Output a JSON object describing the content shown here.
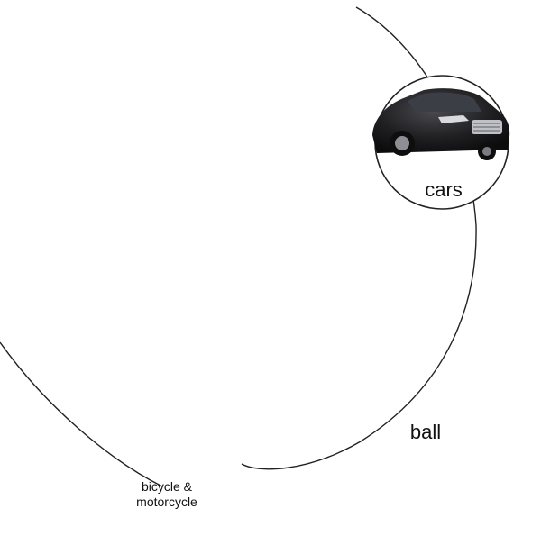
{
  "nodes": {
    "cars": {
      "label": "cars",
      "icon": "car-icon"
    },
    "ball": {
      "label": "ball",
      "icon": "balls-icon"
    },
    "motorcycle": {
      "label_line1": "bicycle &",
      "label_line2": "motorcycle",
      "icon": "motorcycle-icon"
    }
  },
  "colors": {
    "ring": "#222222",
    "car_body": "#1f1f22",
    "basketball": "#d8742a",
    "soccer": "#ffffff",
    "red_ball": "#d4141a",
    "volleyball_yellow": "#f3c623",
    "volleyball_blue": "#2b63b5",
    "bike_frame": "#e9e9e9"
  }
}
